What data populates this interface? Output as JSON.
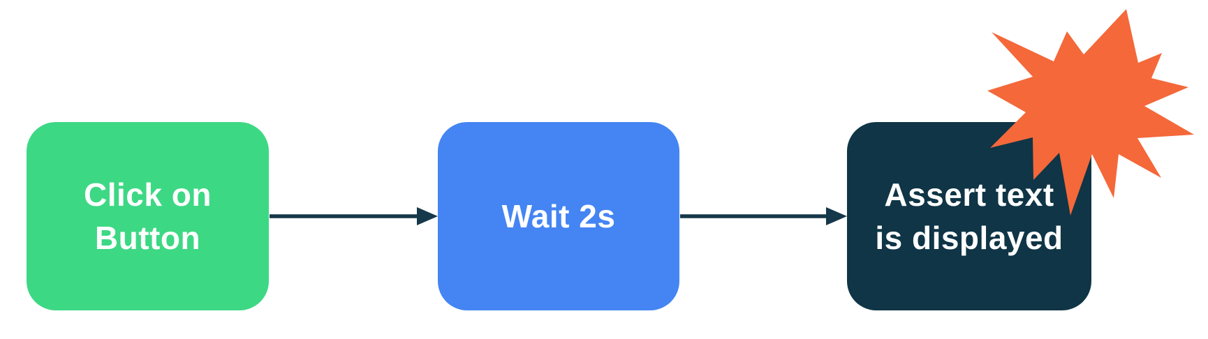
{
  "diagram": {
    "background_color": "#ffffff",
    "arrow_color": "#15384a",
    "burst": {
      "icon": "explosion-burst-icon",
      "color": "#f4683a"
    },
    "nodes": [
      {
        "label": "Click on\nButton",
        "color": "#3dd884",
        "text_color": "#ffffff"
      },
      {
        "label": "Wait 2s",
        "color": "#4485f3",
        "text_color": "#ffffff"
      },
      {
        "label": "Assert text\nis displayed",
        "color": "#0f3546",
        "text_color": "#ffffff"
      }
    ],
    "connectors": [
      {
        "from": "Click on Button",
        "to": "Wait 2s"
      },
      {
        "from": "Wait 2s",
        "to": "Assert text is displayed"
      }
    ]
  }
}
